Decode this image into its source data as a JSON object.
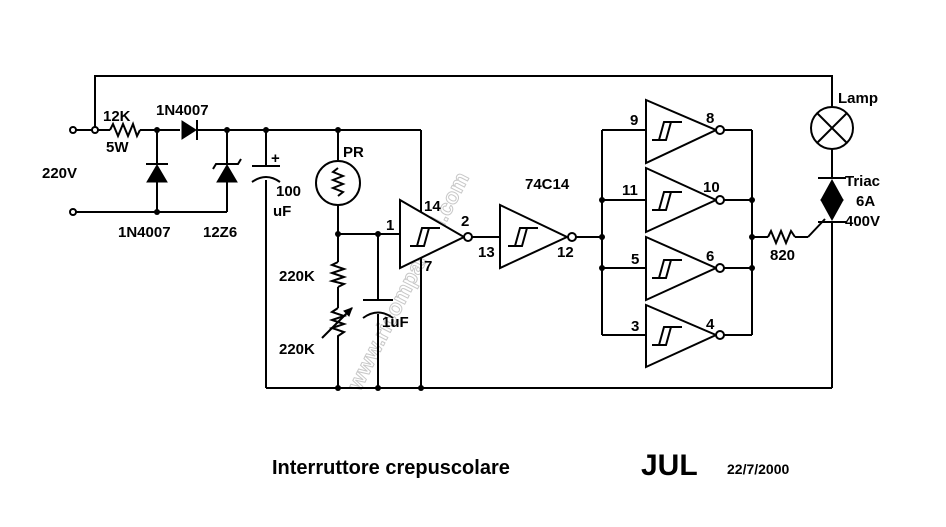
{
  "title": "Interruttore crepuscolare",
  "author": "JUL",
  "date": "22/7/2000",
  "watermark": "www.ricomparetul.com",
  "components": {
    "supply": "220V",
    "resistor_series_value": "12K",
    "resistor_series_power": "5W",
    "diode_series": "1N4007",
    "diode_shunt": "1N4007",
    "zener": "12Z6",
    "cap_main_value": "100",
    "cap_main_unit": "uF",
    "cap_main_polarity": "+",
    "photoresistor": "PR",
    "resistor_fixed": "220K",
    "trimmer": "220K",
    "cap_timing": "1uF",
    "ic": "74C14",
    "gate_resistor": "820",
    "lamp": "Lamp",
    "triac_name": "Triac",
    "triac_current": "6A",
    "triac_voltage": "400V"
  },
  "pins": {
    "g1_in": "1",
    "g1_out": "2",
    "g1_vcc": "14",
    "g1_gnd": "7",
    "g2_in": "13",
    "g2_out": "12",
    "g3_in": "9",
    "g3_out": "8",
    "g4_in": "11",
    "g4_out": "10",
    "g5_in": "5",
    "g5_out": "6",
    "g6_in": "3",
    "g6_out": "4"
  }
}
